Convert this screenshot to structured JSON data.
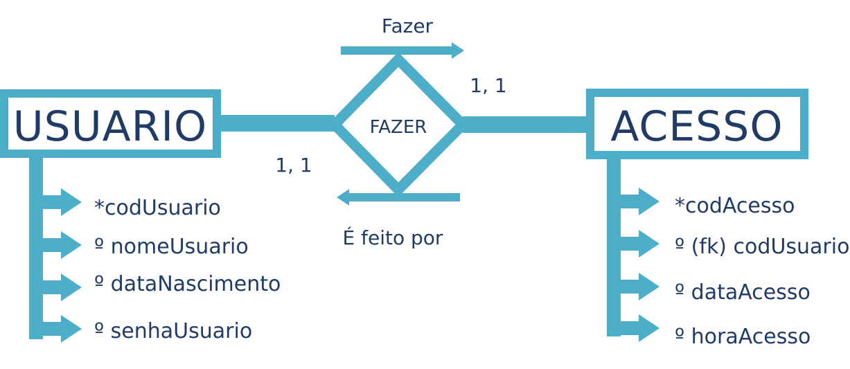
{
  "colors": {
    "line": "#4daec9",
    "text": "#1f3b66",
    "background": "#ffffff"
  },
  "entities": {
    "usuario": {
      "title": "USUARIO",
      "attributes": [
        "*codUsuario",
        "º nomeUsuario",
        "º dataNascimento",
        "º senhaUsuario"
      ]
    },
    "acesso": {
      "title": "ACESSO",
      "attributes": [
        "*codAcesso",
        "º (fk) codUsuario",
        "º dataAcesso",
        "º horaAcesso"
      ]
    }
  },
  "relationship": {
    "name": "FAZER",
    "forward_label": "Fazer",
    "backward_label": "É feito por",
    "cardinality_left": "1, 1",
    "cardinality_right": "1, 1"
  }
}
